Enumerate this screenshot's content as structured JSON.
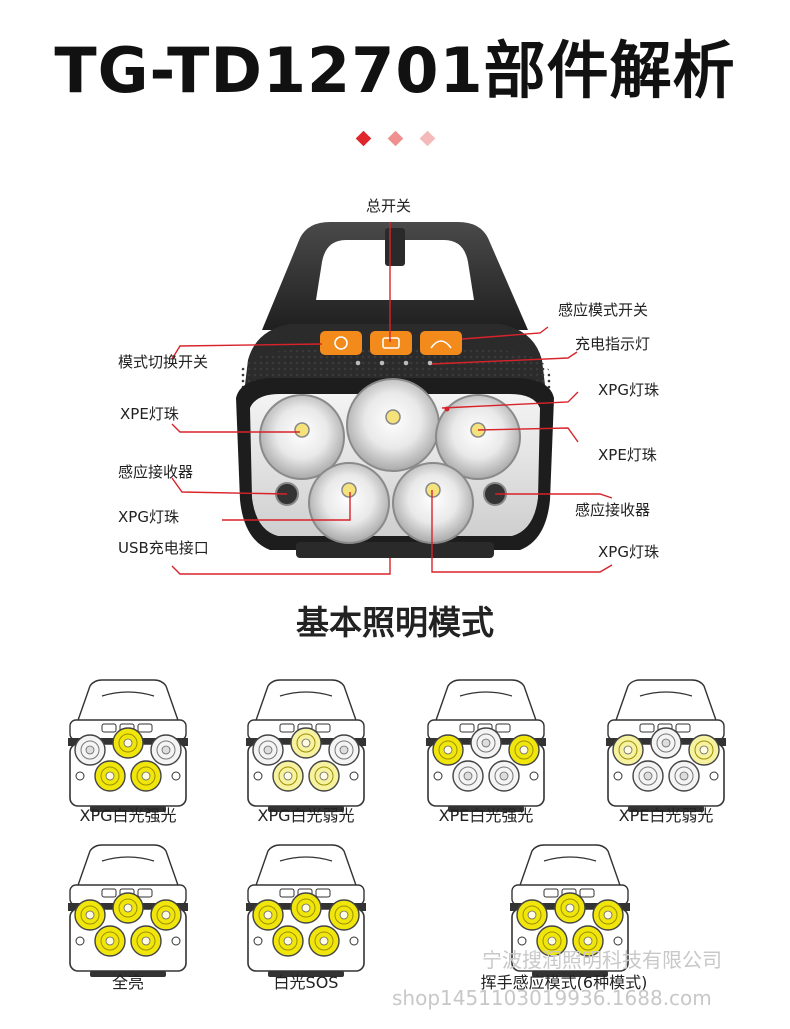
{
  "page": {
    "title": "TG-TD12701部件解析",
    "accent_colors": [
      "#e0262b",
      "#ef8f8f",
      "#f4b9b9"
    ]
  },
  "diagram": {
    "labels": {
      "main_switch": "总开关",
      "sensor_mode_switch": "感应模式开关",
      "charge_indicator": "充电指示灯",
      "mode_switch": "模式切换开关",
      "xpg_bead_right_top": "XPG灯珠",
      "xpe_bead_left": "XPE灯珠",
      "xpe_bead_right": "XPE灯珠",
      "sensor_receiver_left": "感应接收器",
      "sensor_receiver_right": "感应接收器",
      "xpg_bead_left": "XPG灯珠",
      "usb_port": "USB充电接口",
      "xpg_bead_right_bottom": "XPG灯珠"
    },
    "line_color": "#d8232a",
    "button_color": "#f28a1c"
  },
  "modes_section": {
    "title": "基本照明模式",
    "modes": [
      {
        "label": "XPG白光强光",
        "lit": [
          false,
          true,
          false,
          true,
          true
        ],
        "level": "strong"
      },
      {
        "label": "XPG白光弱光",
        "lit": [
          false,
          true,
          false,
          true,
          true
        ],
        "level": "weak"
      },
      {
        "label": "XPE白光强光",
        "lit": [
          true,
          false,
          true,
          false,
          false
        ],
        "level": "strong"
      },
      {
        "label": "XPE白光弱光",
        "lit": [
          true,
          false,
          true,
          false,
          false
        ],
        "level": "weak"
      },
      {
        "label": "全亮",
        "lit": [
          true,
          true,
          true,
          true,
          true
        ],
        "level": "strong"
      },
      {
        "label": "白光SOS",
        "lit": [
          true,
          true,
          true,
          true,
          true
        ],
        "level": "strong"
      },
      {
        "label": "挥手感应模式(6种模式)",
        "lit": [
          true,
          true,
          true,
          true,
          true
        ],
        "level": "strong"
      }
    ]
  },
  "watermark": {
    "line1": "宁波搜润照明科技有限公司",
    "line2": "shop1451103019936.1688.com"
  }
}
